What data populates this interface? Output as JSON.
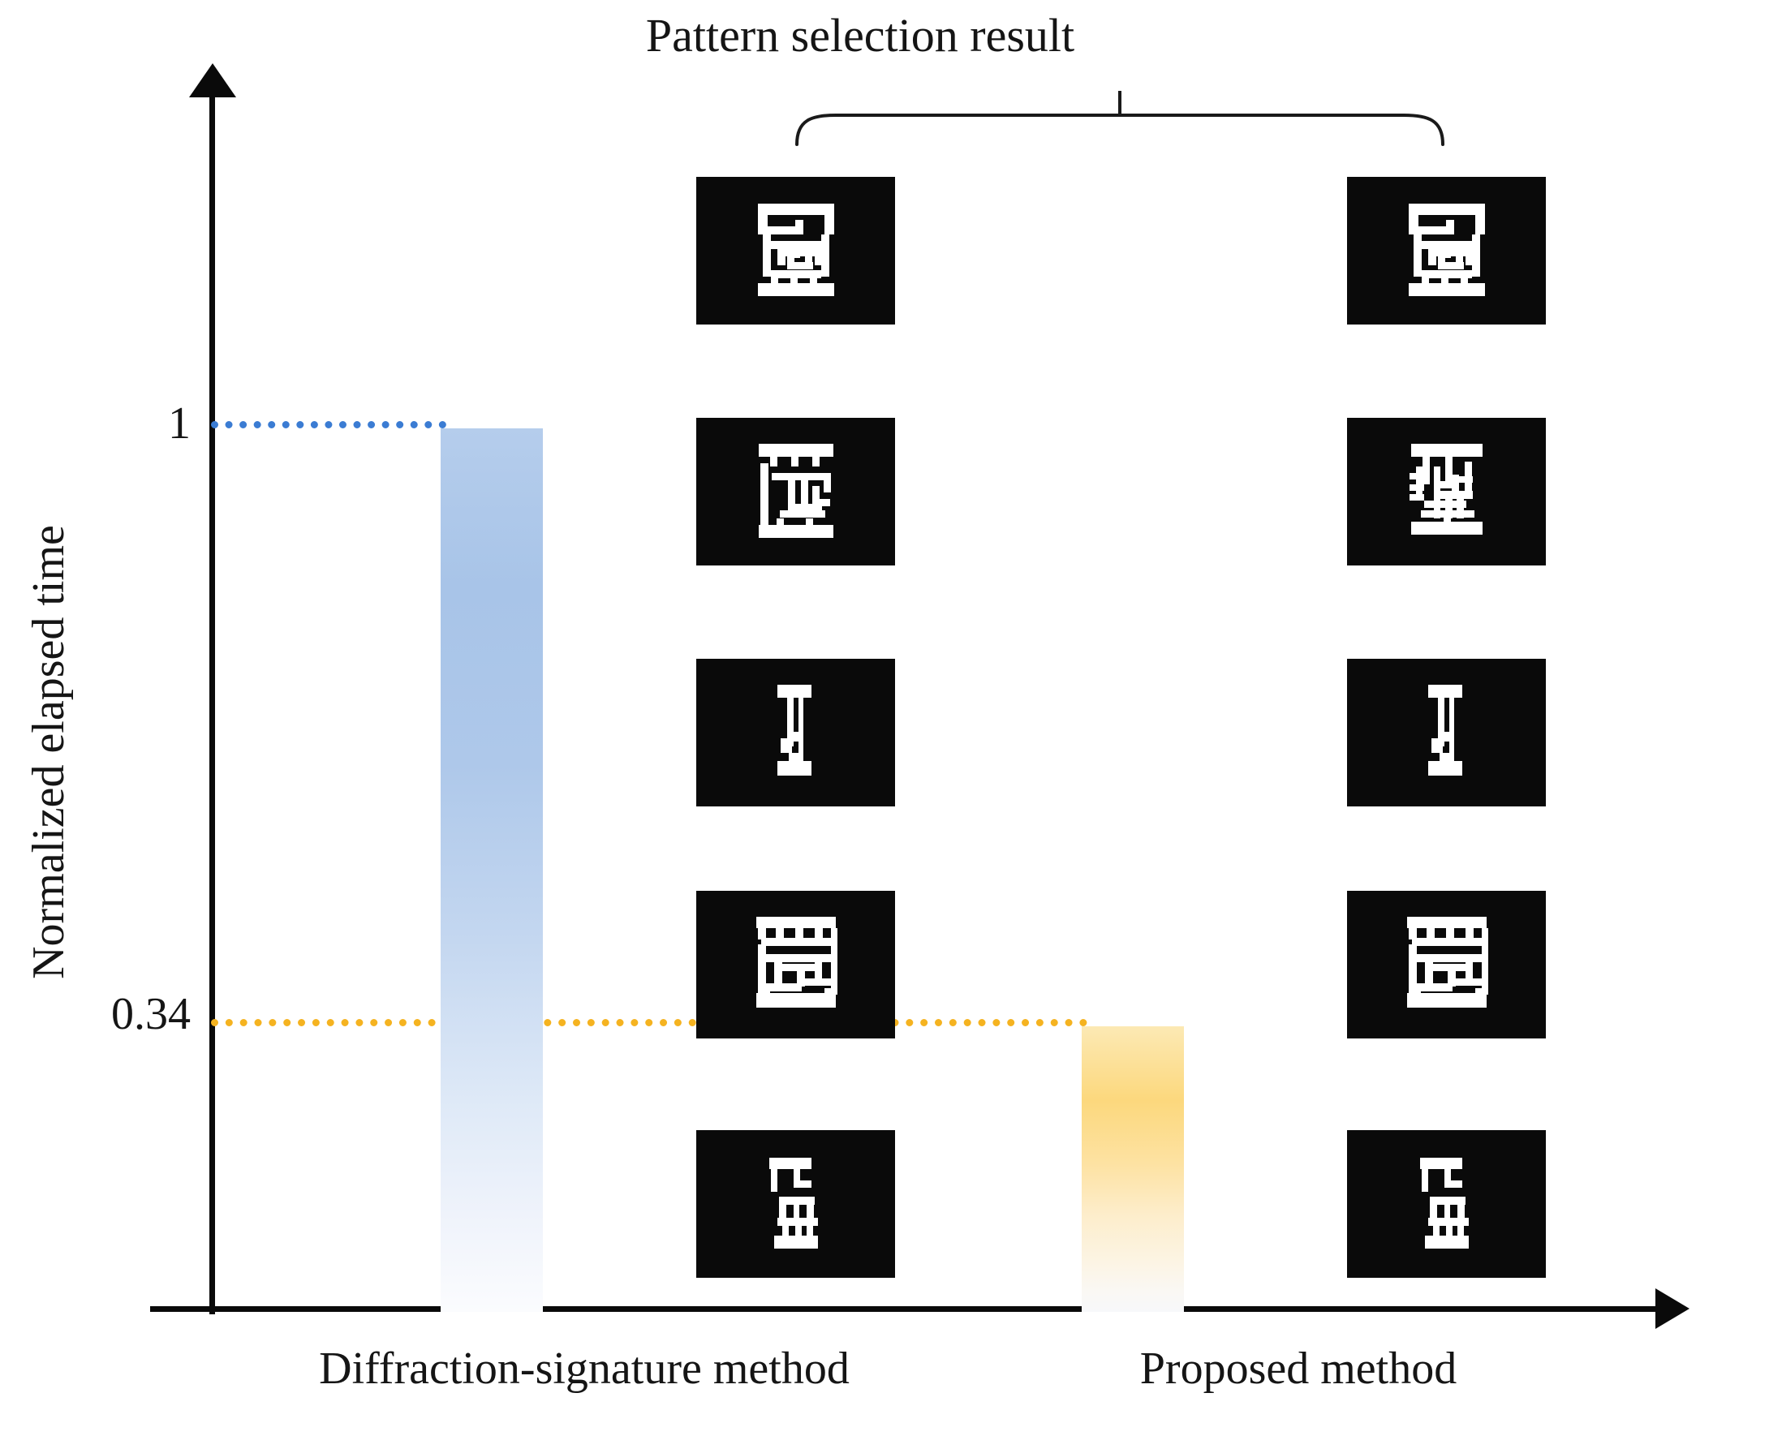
{
  "chart_data": {
    "type": "bar",
    "title": "Pattern selection result",
    "xlabel": "",
    "ylabel": "Normalized elapsed time",
    "categories": [
      "Diffraction-signature method",
      "Proposed method"
    ],
    "values": [
      1,
      0.34
    ],
    "value_labels": [
      "1",
      "0.34"
    ],
    "ytick_labels": [
      "1",
      "0.34"
    ],
    "ytick_values": [
      1,
      0.34
    ],
    "ylim": [
      0,
      1.35
    ],
    "grid": false,
    "legend": "none",
    "series": [
      {
        "name": "Normalized elapsed time",
        "values": [
          1,
          0.34
        ]
      }
    ],
    "annotations": [
      {
        "text": "Pattern selection result",
        "kind": "brace-label",
        "spans": [
          "Diffraction-signature method",
          "Proposed method"
        ]
      }
    ],
    "colors": {
      "bar_diffraction": "#A8C4E8",
      "bar_proposed": "#FCD87D",
      "guide_diffraction": "#3B7CD3",
      "guide_proposed": "#F5B320",
      "axis": "#0A0A0A",
      "tile_background": "#0A0A0A",
      "tile_pattern": "#FFFFFF"
    }
  },
  "axis": {
    "y_title": "Normalized elapsed time",
    "ticks": {
      "top": "1",
      "mid": "0.34"
    }
  },
  "title": {
    "text": "Pattern selection result"
  },
  "categories": {
    "left": "Diffraction-signature method",
    "right": "Proposed method"
  },
  "tiles": {
    "left_column_name": "Diffraction-signature method patterns",
    "right_column_name": "Proposed method patterns",
    "rows": [
      {
        "id": "pattern-a",
        "left": "pattern-a",
        "right": "pattern-a"
      },
      {
        "id": "pattern-b",
        "left": "pattern-b",
        "right": "pattern-e"
      },
      {
        "id": "pattern-c",
        "left": "pattern-c",
        "right": "pattern-c"
      },
      {
        "id": "pattern-d",
        "left": "pattern-d",
        "right": "pattern-d"
      },
      {
        "id": "pattern-f",
        "left": "pattern-f",
        "right": "pattern-f"
      }
    ]
  }
}
